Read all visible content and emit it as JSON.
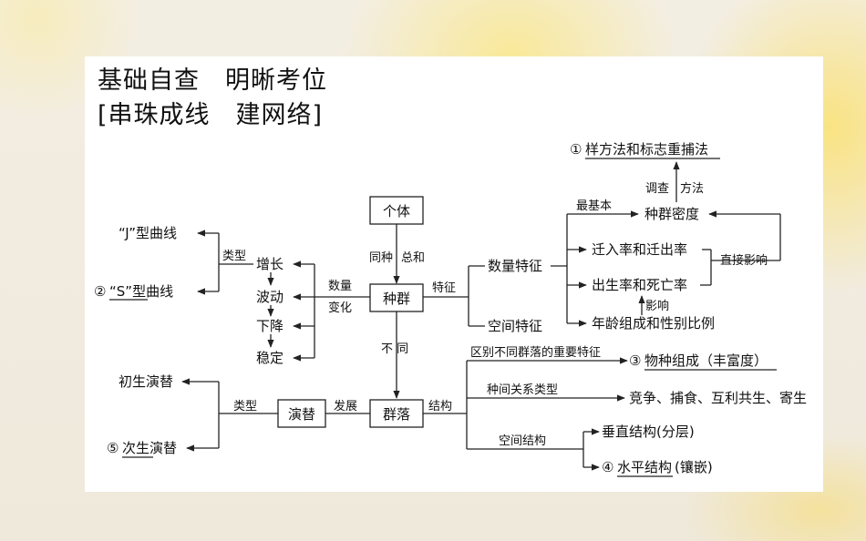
{
  "title": {
    "line1": "基础自查　明晰考位",
    "line2": "[串珠成线　建网络]"
  },
  "diagram": {
    "individual": "个体",
    "same_species": "同种",
    "sum": "总和",
    "population": "种群",
    "features": "特征",
    "quantity_change": [
      "数量",
      "变化"
    ],
    "growth": "增长",
    "fluctuation": "波动",
    "decline": "下降",
    "stable": "稳定",
    "type": "类型",
    "j_curve": "“J”型曲线",
    "s_curve_num": "②",
    "s_curve": "“S”型曲线",
    "quantity_features": "数量特征",
    "spatial_features": "空间特征",
    "most_basic": "最基本",
    "survey": "调查",
    "method": "方法",
    "sampling_num": "①",
    "sampling": "样方法和标志重捕法",
    "density": "种群密度",
    "migration": "迁入率和迁出率",
    "birth_death": "出生率和死亡率",
    "direct_effect": "直接影响",
    "effect": "影响",
    "age_sex": "年龄组成和性别比例",
    "different": "不 同",
    "community": "群落",
    "structure": "结构",
    "distinguish": "区别不同群落的重要特征",
    "species_num": "③",
    "species": "物种组成（丰富度）",
    "interspecies": "种间关系类型",
    "interspecies_types": "竞争、捕食、互利共生、寄生",
    "spatial_structure": "空间结构",
    "vertical": "垂直结构(分层)",
    "horizontal_num": "④",
    "horizontal": "水平结构",
    "horizontal_note": "(镶嵌)",
    "succession": "演替",
    "development": "发展",
    "succession_type": "类型",
    "primary": "初生演替",
    "secondary_num": "⑤",
    "secondary": "次生演替"
  }
}
